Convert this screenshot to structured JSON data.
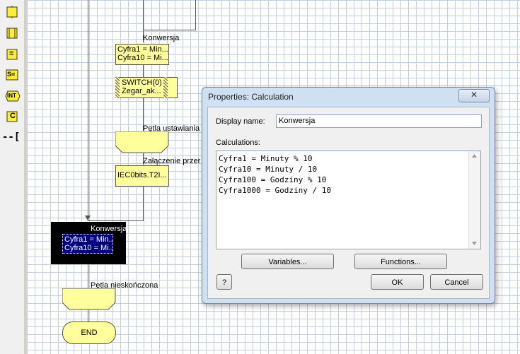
{
  "palette": {
    "items": [
      {
        "icon": "calculation-block-icon"
      },
      {
        "icon": "macro-block-icon"
      },
      {
        "icon": "assignment-block-icon"
      },
      {
        "icon": "switch-assign-block-icon"
      },
      {
        "icon": "int-block-icon"
      },
      {
        "icon": "c-code-block-icon"
      },
      {
        "icon": "comment-bracket-icon"
      }
    ],
    "labels": [
      "=",
      "S=",
      "INT",
      "C",
      "--["
    ]
  },
  "flow": {
    "label_konwersja_top": "Konwersja",
    "calc1_line1": "Cyfra1 = Min...",
    "calc1_line2": "Cyfra10 = Mi...",
    "switch_line1": "SWITCH(0)",
    "switch_line2": "Zegar_ak...",
    "label_petla_ustawiania": "Pętla ustawiania",
    "label_zalaczenie": "Załączenie przer",
    "iec_text": "IEC0bits.T2I...",
    "label_konwersja_selected": "Konwersja",
    "calc2_line1": "Cyfra1 = Min...",
    "calc2_line2": "Cyfra10 = Mi...",
    "label_petla_nieskonczona": "Pętla nieskończona",
    "end_label": "END"
  },
  "dialog": {
    "title": "Properties: Calculation",
    "display_name_label": "Display name:",
    "display_name_value": "Konwersja",
    "calculations_label": "Calculations:",
    "calculation_lines": [
      "Cyfra1 = Minuty % 10",
      "Cyfra10 = Minuty / 10",
      "Cyfra100 = Godziny % 10",
      "Cyfra1000 = Godziny / 10"
    ],
    "variables_button": "Variables...",
    "functions_button": "Functions...",
    "help_button": "?",
    "ok_button": "OK",
    "cancel_button": "Cancel",
    "close_glyph": "✕"
  }
}
